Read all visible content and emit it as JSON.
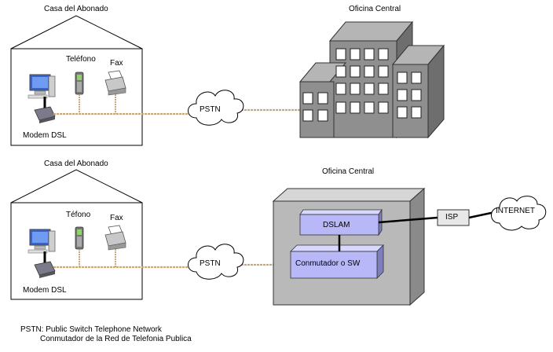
{
  "top": {
    "house_label": "Casa del Abonado",
    "phone_label": "Teléfono",
    "fax_label": "Fax",
    "modem_label": "Modem DSL",
    "cloud_label": "PSTN",
    "office_label": "Oficina Central"
  },
  "bottom": {
    "house_label": "Casa del Abonado",
    "phone_label": "Téfono",
    "fax_label": "Fax",
    "modem_label": "Modem DSL",
    "cloud_label": "PSTN",
    "office_label": "Oficina Central",
    "dslam_label": "DSLAM",
    "switch_label": "Conmutador o SW",
    "isp_label": "ISP",
    "internet_label": "INTERNET"
  },
  "legend": {
    "line1": "PSTN: Public Switch Telephone Network",
    "line2": "         Conmutador de la Red de Telefonia Publica"
  }
}
